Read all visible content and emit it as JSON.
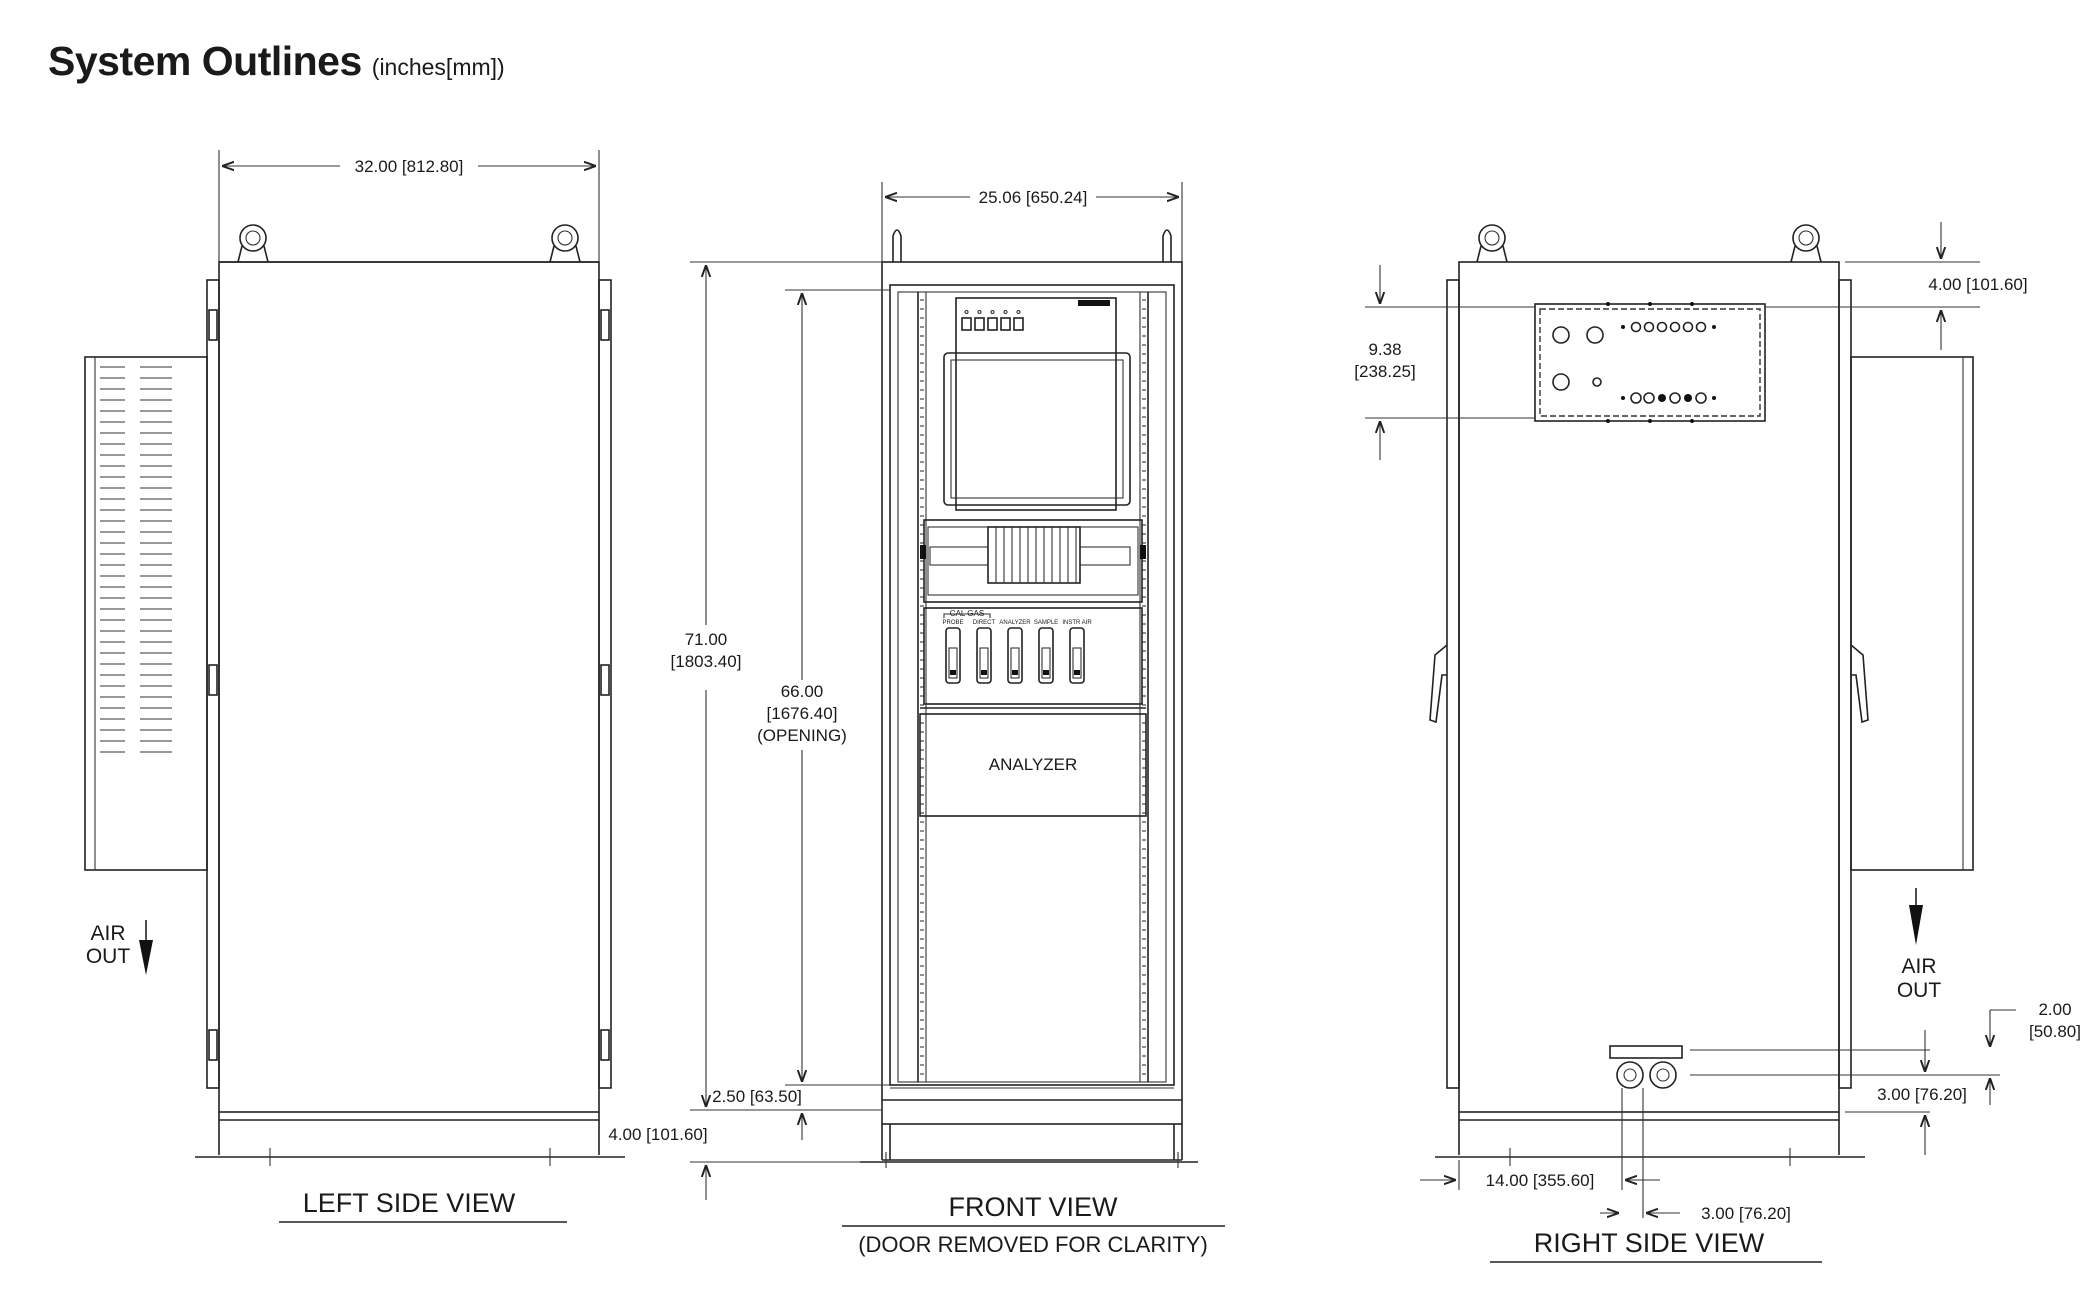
{
  "header": {
    "title": "System Outlines",
    "units": "(inches[mm])"
  },
  "views": {
    "left": {
      "label": "LEFT SIDE VIEW",
      "width_dim": "32.00 [812.80]",
      "air_out_line1": "AIR",
      "air_out_line2": "OUT"
    },
    "front": {
      "label": "FRONT VIEW",
      "sublabel": "(DOOR REMOVED FOR CLARITY)",
      "width_dim": "25.06 [650.24]",
      "height_dim_line1": "71.00",
      "height_dim_line2": "[1803.40]",
      "opening_dim_line1": "66.00",
      "opening_dim_line2": "[1676.40]",
      "opening_dim_line3": "(OPENING)",
      "bottom_gap_dim": "2.50 [63.50]",
      "base_dim": "4.00 [101.60]",
      "analyzer_label": "ANALYZER",
      "cal_gas_label": "CAL GAS",
      "flow_labels": [
        "PROBE",
        "DIRECT",
        "ANALYZER",
        "SAMPLE",
        "INSTR AIR"
      ]
    },
    "right": {
      "label": "RIGHT SIDE VIEW",
      "top_dim": "4.00 [101.60]",
      "panel_dim_line1": "9.38",
      "panel_dim_line2": "[238.25]",
      "air_out_line1": "AIR",
      "air_out_line2": "OUT",
      "port_dim_a_line1": "2.00",
      "port_dim_a_line2": "[50.80]",
      "port_dim_b": "3.00 [76.20]",
      "bottom_dim_a": "14.00 [355.60]",
      "bottom_dim_b": "3.00 [76.20]"
    }
  }
}
